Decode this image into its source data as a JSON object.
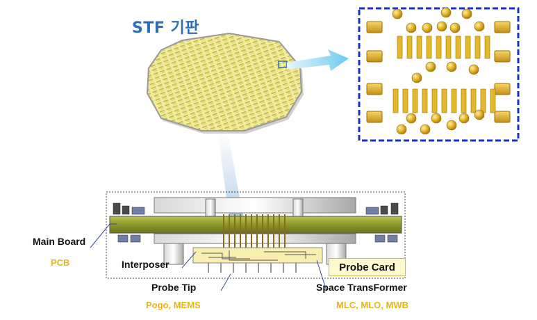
{
  "title": "STF 기판",
  "labels": {
    "main_board": "Main Board",
    "pcb": "PCB",
    "interposer": "Interposer",
    "probe_tip": "Probe Tip",
    "pogo_mems": "Pogo, MEMS",
    "space_transformer": "Space TransFormer",
    "mlc_mlo_mwb": "MLC, MLO, MWB",
    "probe_card": "Probe Card"
  },
  "colors": {
    "title_blue": "#2d6fb5",
    "label_yellow": "#e8b41e",
    "board_olive": "#8f9a2a",
    "gold": "#e2b82c",
    "dashed_blue": "#1a2fd0",
    "arrow_cyan": "#8fd6f2"
  }
}
